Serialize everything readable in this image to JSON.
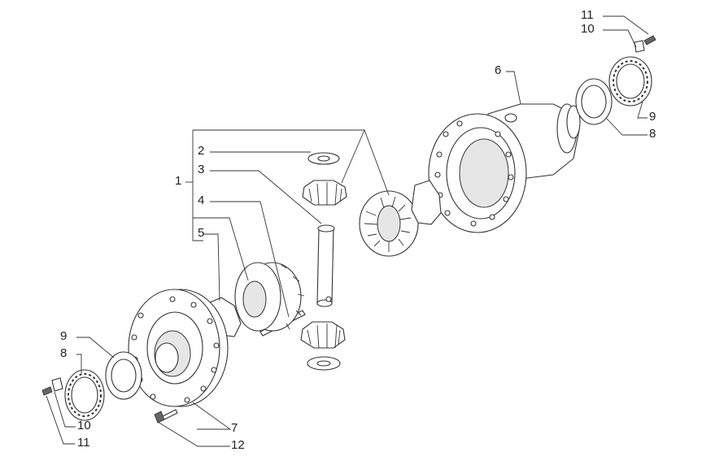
{
  "callouts": {
    "c1": "1",
    "c2": "2",
    "c3": "3",
    "c4": "4",
    "c5": "5",
    "c6": "6",
    "c7": "7",
    "c8_right": "8",
    "c9_right": "9",
    "c10_right": "10",
    "c11_right": "11",
    "c8_left": "8",
    "c9_left": "9",
    "c10_left": "10",
    "c11_left": "11",
    "c12": "12"
  }
}
